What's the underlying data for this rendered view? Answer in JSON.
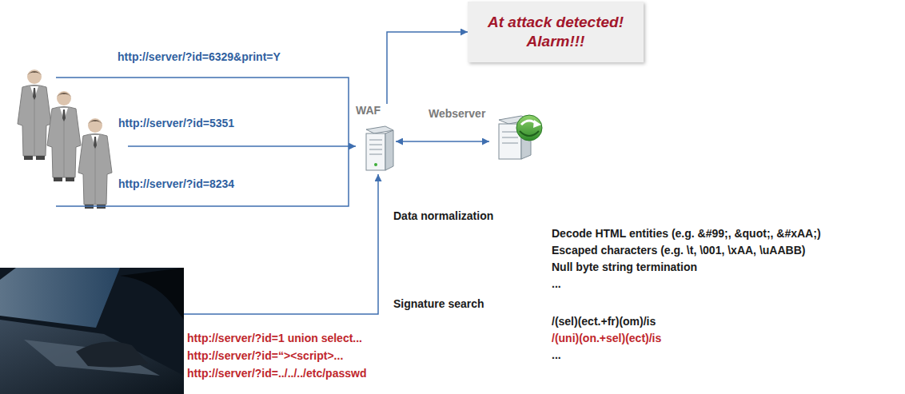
{
  "diagram": {
    "nodes": [
      {
        "text": [
          "http://server/?id=6329&print=Y",
          "http://server/?id=5351",
          "http://server/?id=8234"
        ]
      },
      {
        "text": [
          "WAF"
        ]
      },
      {
        "text": [
          "Webserver"
        ]
      },
      {
        "text": [
          "At attack detected! Alarm!!!"
        ]
      },
      {
        "text": [
          "http://server/?id=1 union select...",
          "http://server/?id=“><script>...",
          "http://server/?id=../../../etc/passwd"
        ]
      }
    ],
    "edges": [
      {
        "from": 0,
        "to": 1,
        "arrow": "to"
      },
      {
        "from": 4,
        "to": 1,
        "arrow": "to"
      },
      {
        "from": 1,
        "to": 3,
        "arrow": "to"
      },
      {
        "from": 1,
        "to": 2,
        "arrow": "both"
      }
    ],
    "labels": [
      "Data normalization",
      "Decode HTML entities (e.g. &#99;, &quot;, &#xAA;)",
      "Escaped characters (e.g. \\t, \\001, \\xAA, \\uAABB)",
      "Null byte string termination",
      "...",
      "Signature search",
      "/(sel)(ect.+fr)(om)/is",
      "/(uni)(on.+sel)(ect)/is",
      "..."
    ]
  }
}
